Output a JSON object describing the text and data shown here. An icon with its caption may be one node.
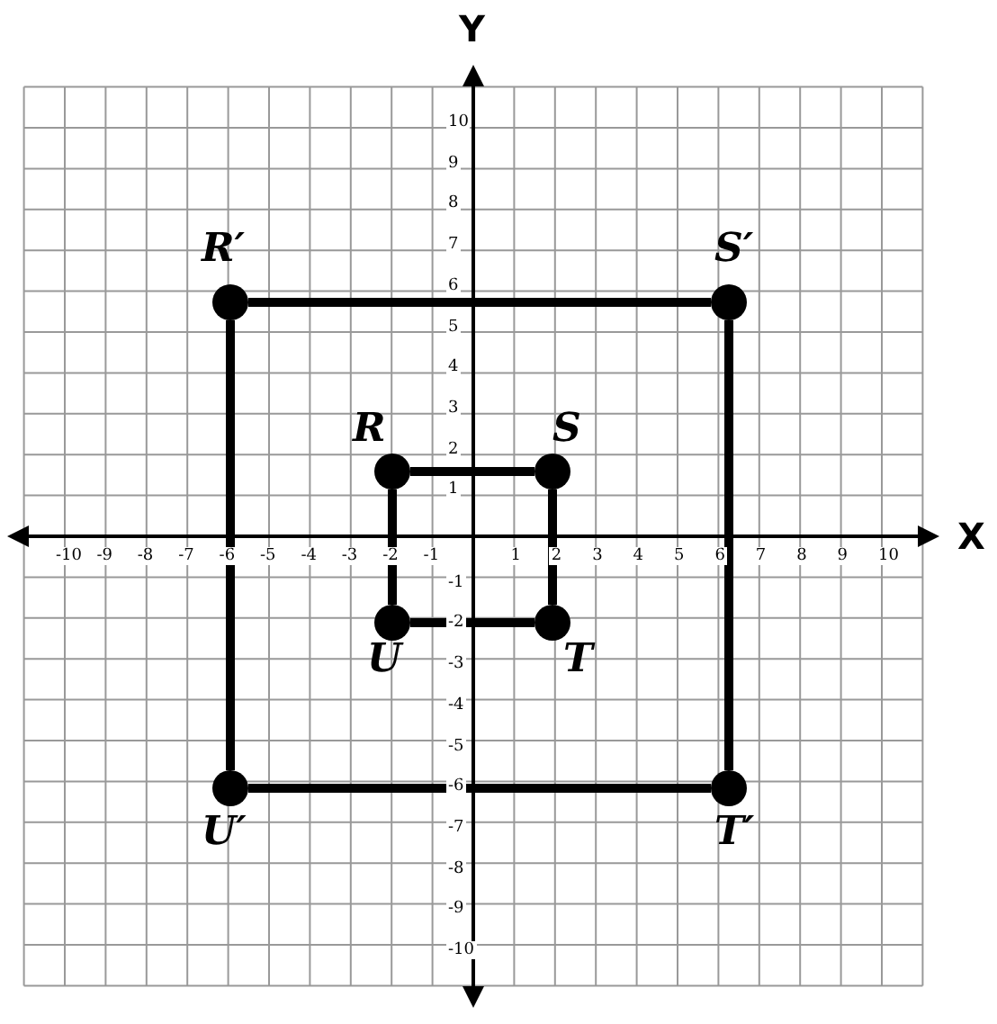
{
  "diagram": {
    "nodes": [
      {
        "text": [
          "R"
        ]
      },
      {
        "text": [
          "S"
        ]
      },
      {
        "text": [
          "T"
        ]
      },
      {
        "text": [
          "U"
        ]
      },
      {
        "text": [
          "R′"
        ]
      },
      {
        "text": [
          "S′"
        ]
      },
      {
        "text": [
          "T′"
        ]
      },
      {
        "text": [
          "U′"
        ]
      }
    ],
    "edges": [
      {
        "from": 0,
        "to": 1,
        "arrow": "none"
      },
      {
        "from": 1,
        "to": 2,
        "arrow": "none"
      },
      {
        "from": 2,
        "to": 3,
        "arrow": "none"
      },
      {
        "from": 3,
        "to": 0,
        "arrow": "none"
      },
      {
        "from": 4,
        "to": 5,
        "arrow": "none"
      },
      {
        "from": 5,
        "to": 6,
        "arrow": "none"
      },
      {
        "from": 6,
        "to": 7,
        "arrow": "none"
      },
      {
        "from": 7,
        "to": 4,
        "arrow": "none"
      }
    ],
    "labels": [
      "Y",
      "10",
      "9",
      "8",
      "7",
      "6",
      "5",
      "4",
      "3",
      "2",
      "1",
      "-10",
      "-9",
      "-8",
      "-7",
      "-6",
      "-5",
      "-4",
      "-3",
      "-2",
      "-1",
      "1",
      "2",
      "3",
      "4",
      "5",
      "6",
      "7",
      "8",
      "9",
      "10",
      "X",
      "-1",
      "-2",
      "-3",
      "-4",
      "-5",
      "-6",
      "-7",
      "-8",
      "-9",
      "-10"
    ]
  }
}
